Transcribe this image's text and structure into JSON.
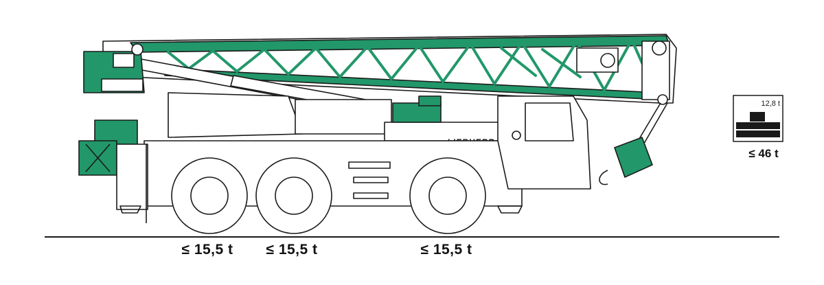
{
  "brand": {
    "logo_text": "LIEBHERR"
  },
  "colors": {
    "crane_green": "#22976a",
    "line_dark": "#1a1a1a",
    "background": "#ffffff"
  },
  "axle_loads": [
    {
      "id": "axle-1",
      "label": "≤ 15,5 t"
    },
    {
      "id": "axle-2",
      "label": "≤ 15,5 t"
    },
    {
      "id": "axle-3",
      "label": "≤ 15,5 t"
    }
  ],
  "counterweight": {
    "icon": "counterweight-icon",
    "weight_label": "12,8 t",
    "total_label": "≤ 46 t"
  }
}
